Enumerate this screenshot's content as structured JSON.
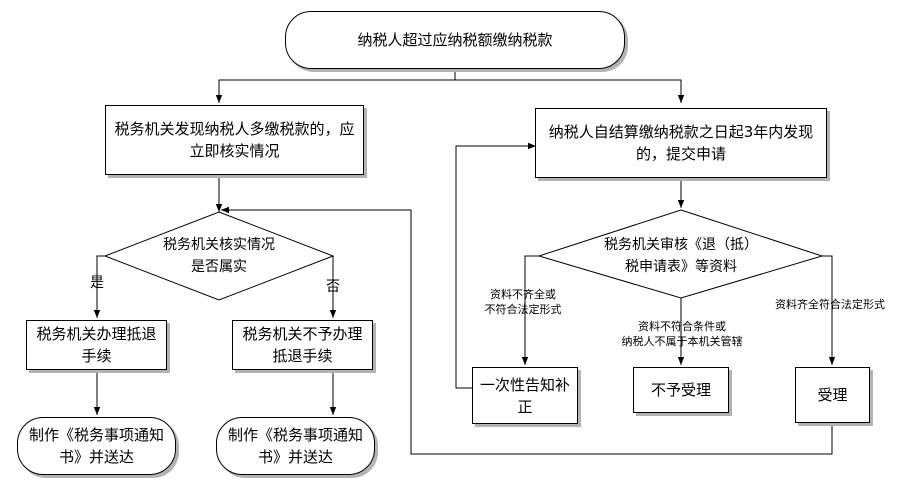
{
  "nodes": {
    "start": "纳税人超过应纳税额缴纳税款",
    "left_discover": "税务机关发现纳税人多缴税款的，应立即核实情况",
    "left_decision": [
      "税务机关核实情况",
      "是否属实"
    ],
    "left_yes_process": "税务机关办理抵退手续",
    "left_no_process": "税务机关不予办理抵退手续",
    "left_yes_end": "制作《税务事项通知书》并送达",
    "left_no_end": "制作《税务事项通知书》并送达",
    "right_discover": "纳税人自结算缴纳税款之日起3年内发现的，提交申请",
    "right_decision": [
      "税务机关审核《退（抵）",
      "税申请表》等资料"
    ],
    "notify_once": "一次性告知补正",
    "reject": "不予受理",
    "accept": "受理"
  },
  "labels": {
    "yes": "是",
    "no": "否",
    "incomplete": [
      "资料不齐全或",
      "不符合法定形式"
    ],
    "not_eligible": [
      "资料不符合条件或",
      "纳税人不属于本机关管辖"
    ],
    "complete": "资料齐全符合法定形式"
  }
}
